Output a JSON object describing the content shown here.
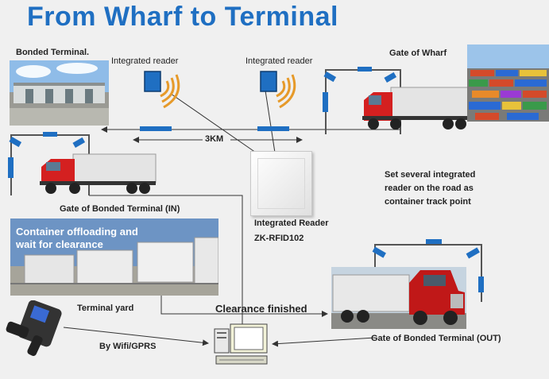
{
  "title": "From Wharf to Terminal",
  "labels": {
    "bonded_terminal": "Bonded Terminal.",
    "integrated_reader_1": "Integrated reader",
    "integrated_reader_2": "Integrated reader",
    "gate_of_wharf": "Gate of Wharf",
    "distance": "3KM",
    "gate_in": "Gate of Bonded Terminal (IN)",
    "track_point_1": "Set several integrated",
    "track_point_2": "reader on the road as",
    "track_point_3": "container track point",
    "reader_name": "Integrated Reader",
    "reader_model": "ZK-RFID102",
    "offload_1": "Container offloading and",
    "offload_2": "wait for clearance",
    "terminal_yard": "Terminal yard",
    "clearance": "Clearance finished",
    "wifi": "By Wifi/GPRS",
    "gate_out": "Gate of Bonded Terminal (OUT)"
  },
  "colors": {
    "title": "#1f6fc2",
    "gate_blue": "#1f6fc2",
    "truck_red": "#d42020",
    "trailer_white": "#e4e4e4",
    "reader_panel": "#f4f4f4"
  },
  "icons": {
    "handheld": "handheld-terminal-icon",
    "computer": "computer-icon",
    "reader": "rfid-reader-icon"
  }
}
